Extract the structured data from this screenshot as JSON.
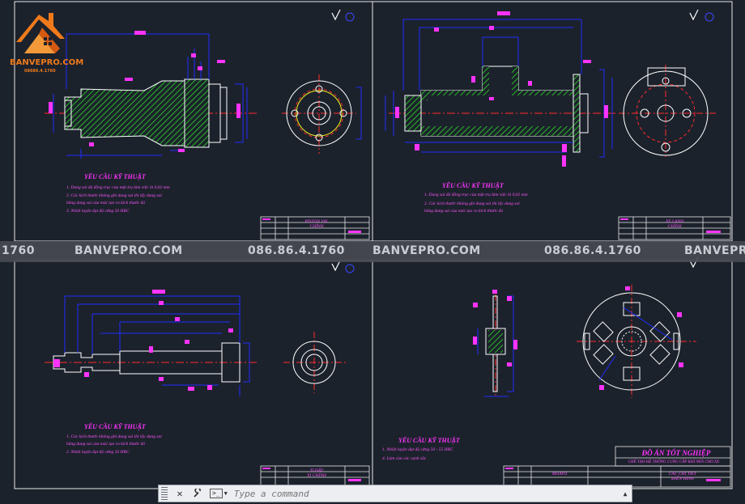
{
  "logo": {
    "brand": "BANVEPRO.COM",
    "phone": "08686.4.1760"
  },
  "watermark": {
    "items": [
      "1760",
      "BANVEPRO.COM",
      "086.86.4.1760",
      "BANVEPRO.COM",
      "086.86.4.1760",
      "BANVEPRO"
    ]
  },
  "sheets": {
    "top_left": {
      "req_title": "YÊU CẦU KỸ THUẬT",
      "req_lines": [
        "1. Dung sai độ đồng trục của mặt trụ làm việc là 0,02 mm",
        "2. Các kích thước không ghi dung sai thì lấy dung sai",
        "bằng dung sai của mác tạo ra kích thước đó",
        "3. Nhiệt luyện đạt độ cứng 50 HRC"
      ],
      "tb_name": "PISTON VAL\nCHÍNH"
    },
    "top_right": {
      "req_title": "YÊU CẦU KỸ THUẬT",
      "req_lines": [
        "1. Dung sai độ đồng trục của mặt trụ làm việc là 0,02 mm",
        "2. Các kích thước không ghi dung sai thì lấy dung sai",
        "bằng dung sai của mác tạo ra kích thước đó"
      ],
      "tb_name": "XY LANH\nCHÍNH"
    },
    "bottom_left": {
      "req_title": "YÊU CẦU KỸ THUẬT",
      "req_lines": [
        "1. Các kích thước không ghi dung sai thì lấy dung sai",
        "bằng dung sai của mác tạo ra kích thước đó",
        "2. Nhiệt luyện đạt độ cứng 50 HRC"
      ],
      "tb_name": "TI ĐẨY\nXI CHÍNH"
    },
    "bottom_right": {
      "req_title": "YÊU CẦU KỸ THUẬT",
      "req_lines": [
        "1. Nhiệt luyện đạt độ cứng 50 - 55 HRC",
        "4. Làm cùn các cạnh sắc"
      ],
      "tb_name": "MOAYO",
      "big_title": "ĐỒ ÁN TỐT NGHIỆP",
      "sub_title": "CHẾ TẠO HỆ THỐNG CUNG CẤP KHÍ NÉN CHO XE",
      "tb_name2": "CÁC CHI TIẾT\nĐIỂN HÌNH"
    }
  },
  "command_line": {
    "placeholder": "Type a command",
    "close_icon": "close-icon",
    "settings_icon": "wrench-icon",
    "prompt_icon": "prompt-icon"
  },
  "colors": {
    "canvas": "#1c222c",
    "magenta": "#ff33ff",
    "blue": "#1f2cff",
    "red": "#ff2a2a",
    "green": "#27b827",
    "yellow": "#f2f21a",
    "white": "#ffffff"
  }
}
